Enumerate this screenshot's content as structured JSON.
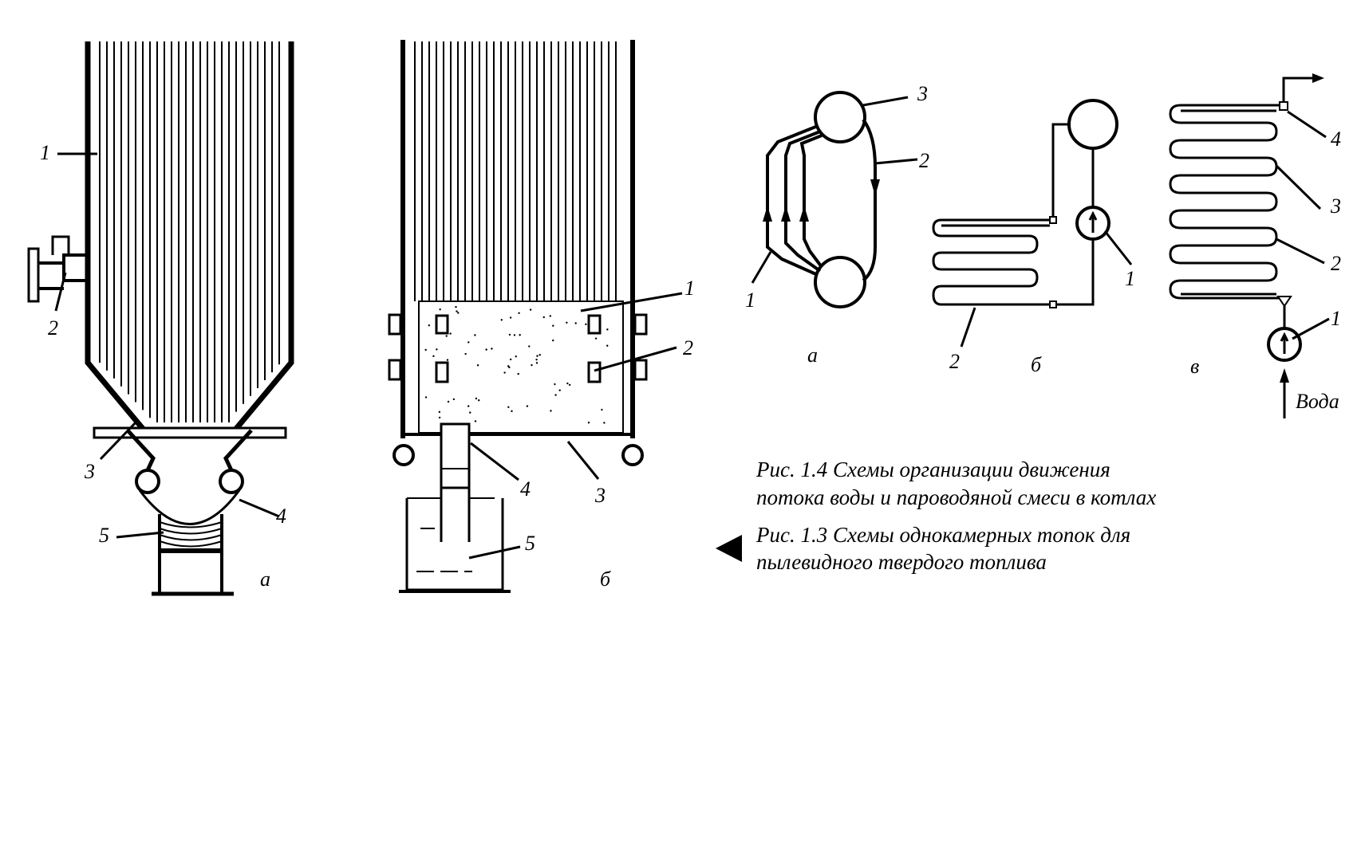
{
  "figure_1_3": {
    "caption": "Рис. 1.3 Схемы однокамерных топок для пылевидного твердого топлива",
    "caption_line1": "Рис. 1.3 Схемы однокамерных топок для",
    "caption_line2": "пылевидного твердого топлива",
    "marker_icon": "triangle-left-icon",
    "panel_a": {
      "letter": "а",
      "callouts": [
        "1",
        "2",
        "3",
        "4",
        "5"
      ]
    },
    "panel_b": {
      "letter": "б",
      "callouts": [
        "1",
        "2",
        "3",
        "4",
        "5"
      ]
    }
  },
  "figure_1_4": {
    "caption": "Рис. 1.4 Схемы организации движения потока воды и пароводяной смеси в котлах",
    "caption_line1": "Рис. 1.4 Схемы организации движения",
    "caption_line2": "потока воды и пароводяной смеси в котлах",
    "panel_a": {
      "letter": "а",
      "callouts": [
        "1",
        "2",
        "3"
      ]
    },
    "panel_b": {
      "letter": "б",
      "callouts": [
        "1",
        "2"
      ]
    },
    "panel_c": {
      "letter": "в",
      "callouts": [
        "1",
        "2",
        "3",
        "4"
      ],
      "inlet_label": "Вода"
    }
  }
}
